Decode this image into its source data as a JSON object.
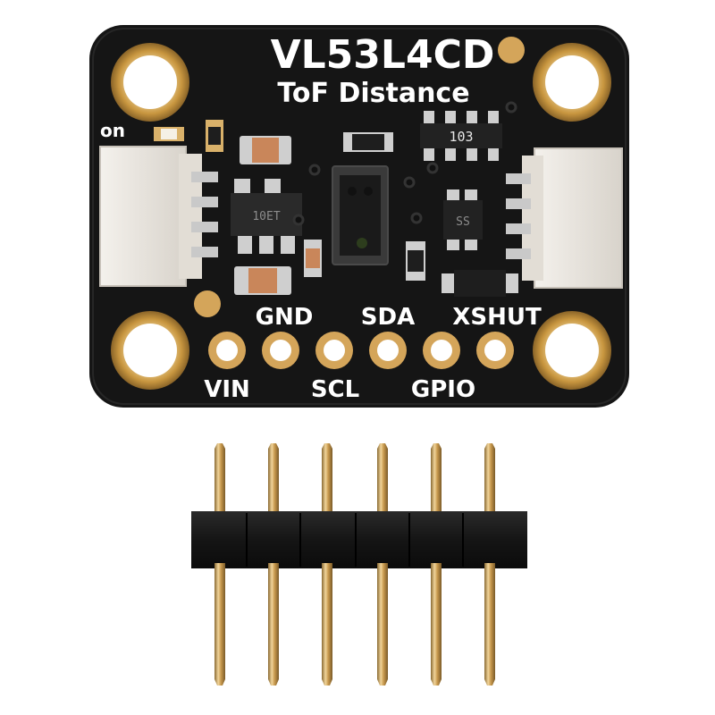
{
  "board": {
    "title": "VL53L4CD",
    "subtitle": "ToF Distance",
    "power_label": "on",
    "pins_top": [
      "GND",
      "SDA",
      "XSHUT"
    ],
    "pins_bottom": [
      "VIN",
      "SCL",
      "GPIO"
    ],
    "chip_markings": {
      "resistor_array": "103",
      "regulator": "10ET",
      "transistor": "SS"
    }
  },
  "header": {
    "pin_count": 6
  },
  "colors": {
    "pcb": "#151515",
    "gold": "#d4a55a",
    "connector": "#ece8e2",
    "header_plastic": "#1c1c1c",
    "silkscreen": "#ffffff"
  }
}
